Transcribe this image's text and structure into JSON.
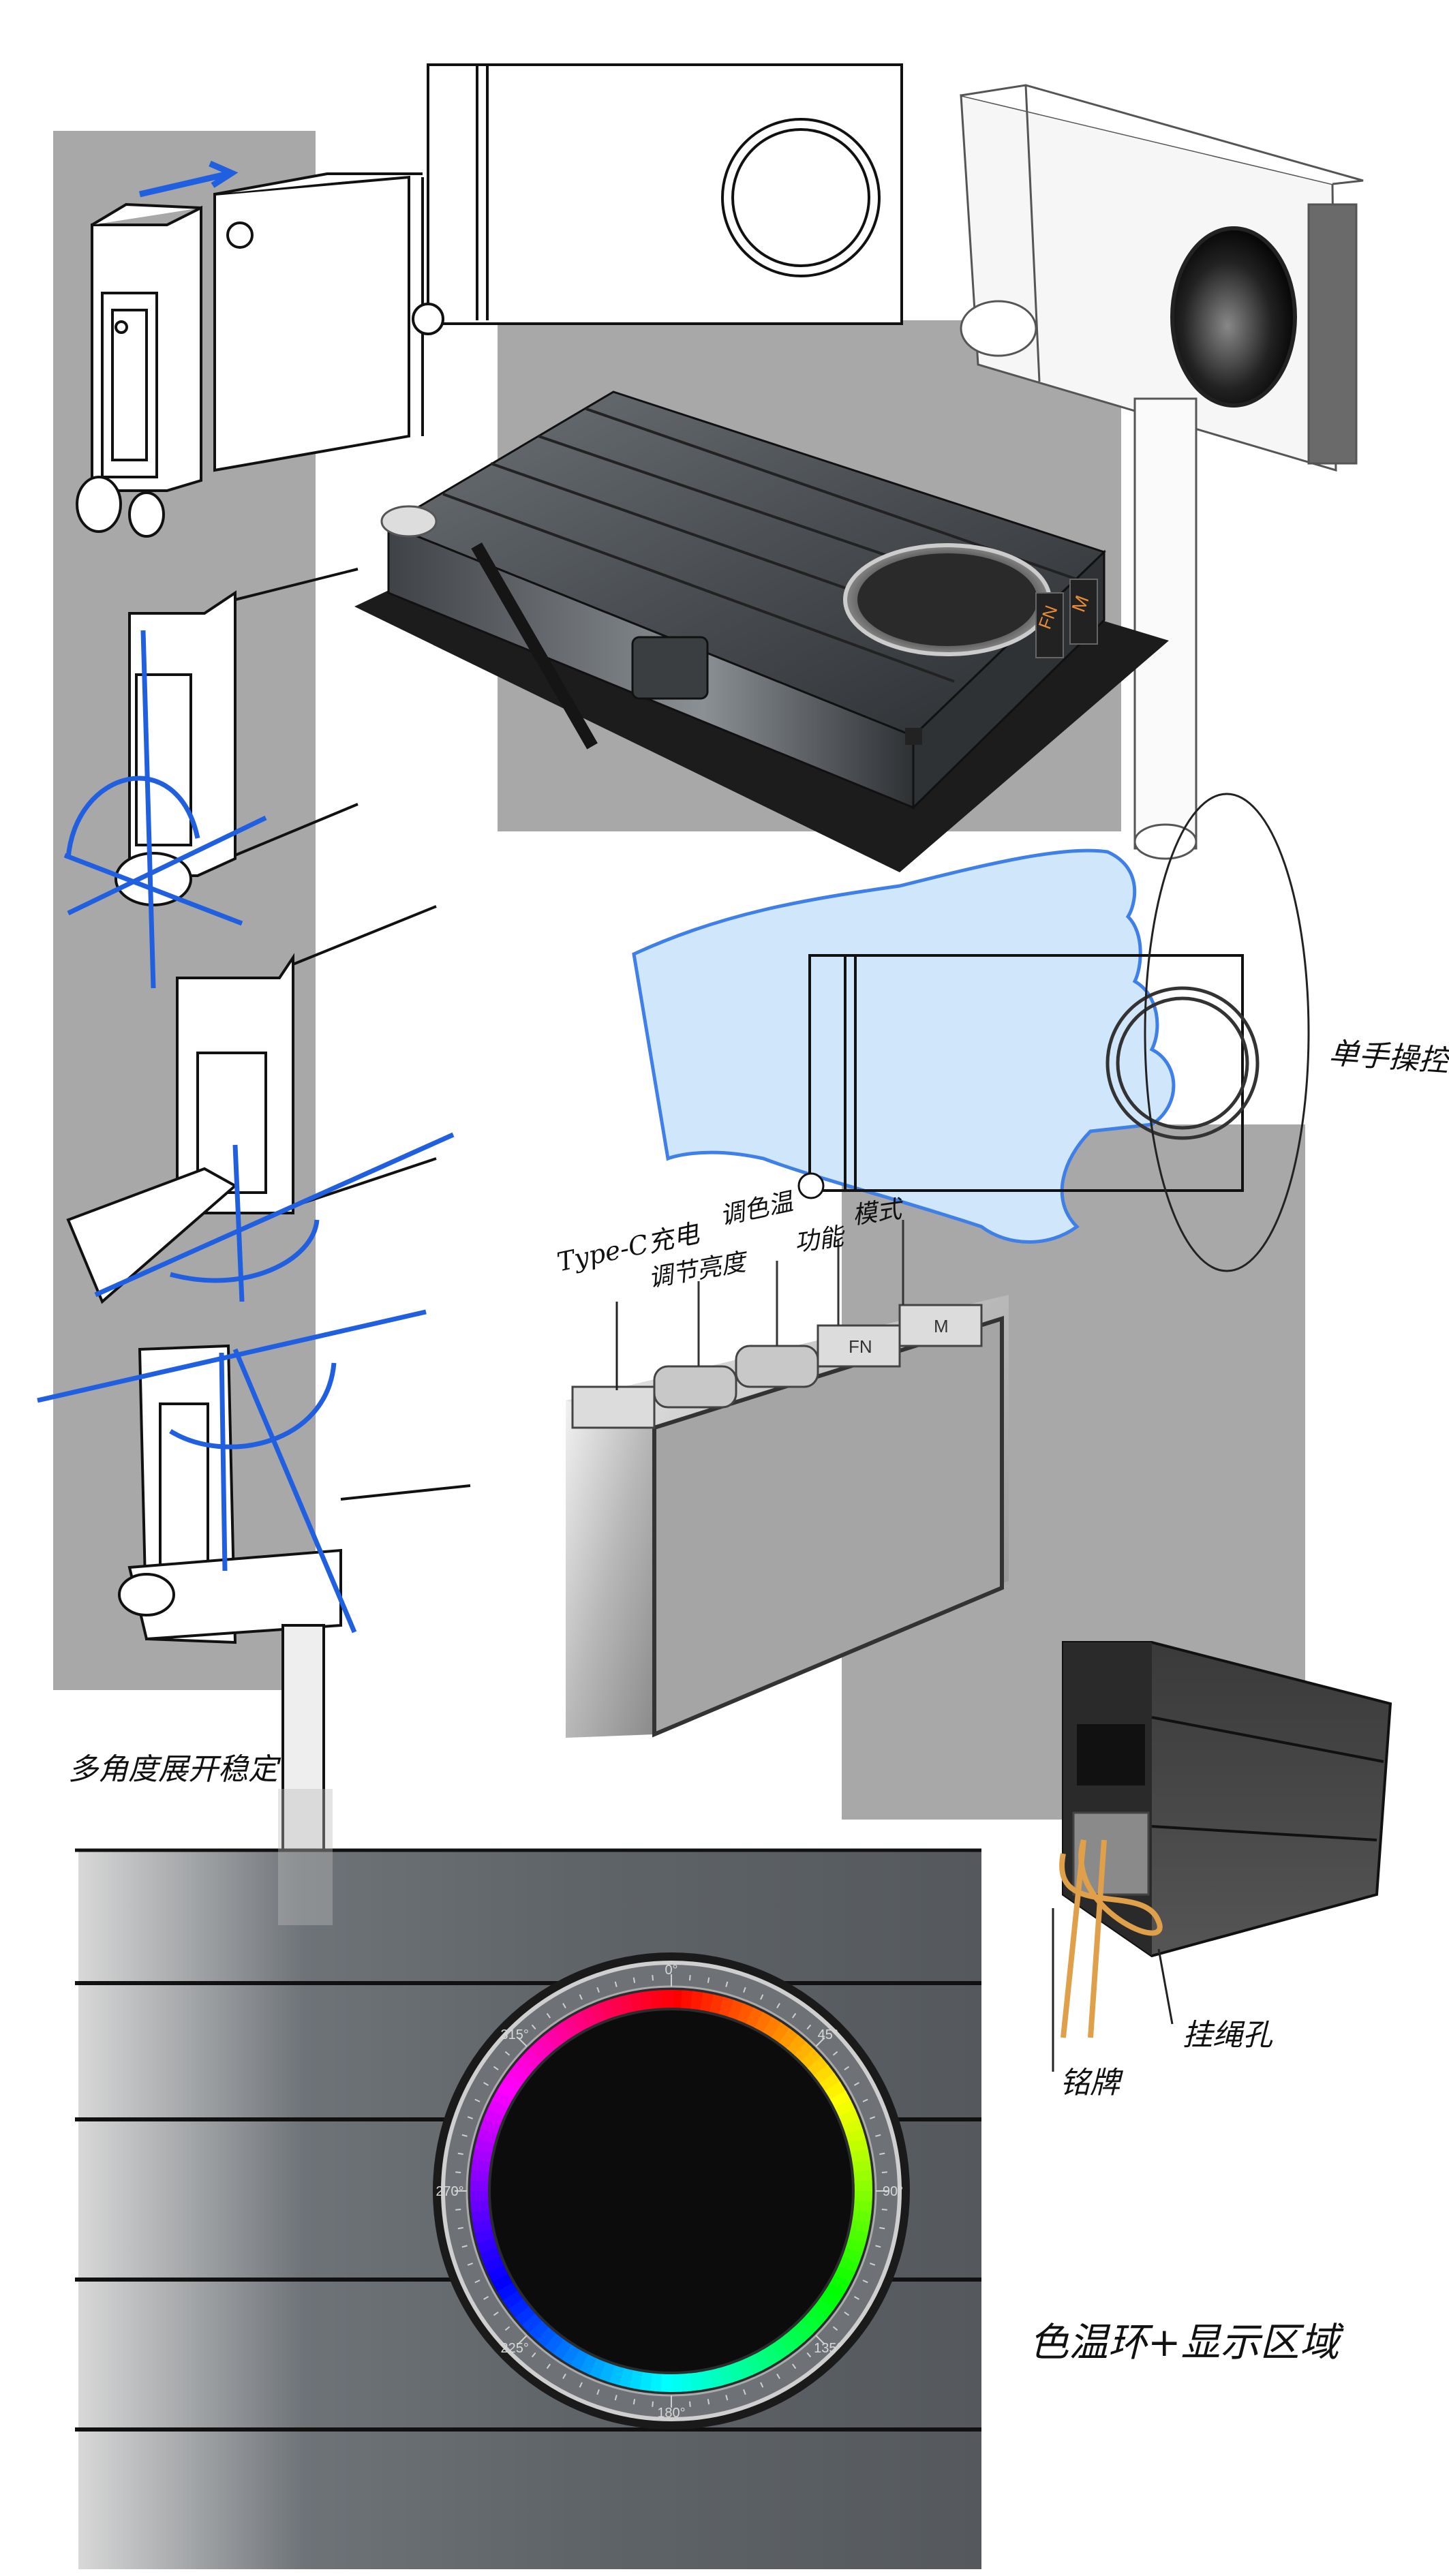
{
  "annotations": {
    "one_hand": "单手操控",
    "multi_angle": "多角度展开稳定",
    "hang_rope": "挂绳孔",
    "nameplate": "铭牌",
    "color_ring": "色温环+显示区域",
    "typec": "Type-C充电",
    "adjust_brightness": "调节亮度",
    "adjust_color_temp": "调色温",
    "function": "功能",
    "mode": "模式"
  },
  "keys": {
    "fn": "FN",
    "m": "M"
  },
  "dial": {
    "ticks": [
      "0°",
      "45°",
      "90°",
      "135°",
      "180°",
      "225°",
      "270°",
      "315°"
    ]
  },
  "colors": {
    "panel_gray": "#a8a8a8",
    "body_dark": "#4e5154",
    "accent_blue": "#1f5fe0",
    "hand_fill": "#cfe6fb",
    "rope": "#e0a04a"
  }
}
